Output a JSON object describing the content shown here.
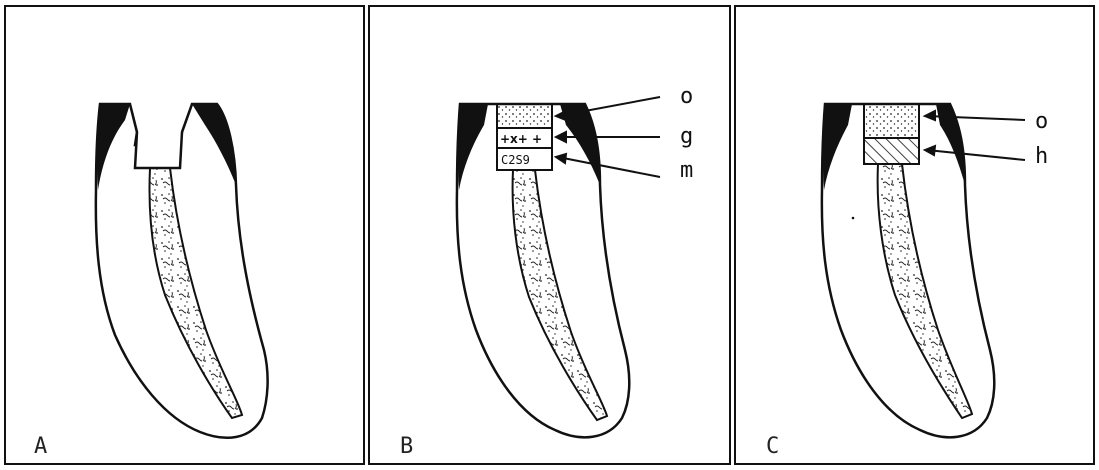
{
  "panels": [
    {
      "letter": "A",
      "callouts": []
    },
    {
      "letter": "B",
      "callouts": [
        "o",
        "g",
        "m"
      ]
    },
    {
      "letter": "C",
      "callouts": [
        "o",
        "h"
      ]
    }
  ],
  "colors": {
    "ink": "#111111",
    "background": "#ffffff"
  }
}
